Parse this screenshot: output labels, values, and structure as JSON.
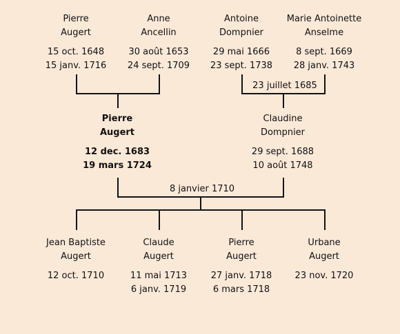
{
  "grandparents_paternal": {
    "father": {
      "first": "Pierre",
      "last": "Augert",
      "birth": "15 oct. 1648",
      "death": "15 janv. 1716"
    },
    "mother": {
      "first": "Anne",
      "last": "Ancellin",
      "birth": "30 août 1653",
      "death": "24 sept. 1709"
    }
  },
  "grandparents_maternal": {
    "father": {
      "first": "Antoine",
      "last": "Dompnier",
      "birth": "29 mai 1666",
      "death": "23 sept. 1738"
    },
    "mother": {
      "first": "Marie Antoinette",
      "last": "Anselme",
      "birth": "8 sept. 1669",
      "death": "28 janv. 1743"
    },
    "marriage": "23 juillet 1685"
  },
  "parents": {
    "father": {
      "first": "Pierre",
      "last": "Augert",
      "birth": "12 dec. 1683",
      "death": "19 mars 1724"
    },
    "mother": {
      "first": "Claudine",
      "last": "Dompnier",
      "birth": "29 sept. 1688",
      "death": "10 août 1748"
    },
    "marriage": "8 janvier 1710"
  },
  "children": [
    {
      "first": "Jean Baptiste",
      "last": "Augert",
      "birth": "12 oct. 1710",
      "death": ""
    },
    {
      "first": "Claude",
      "last": "Augert",
      "birth": "11 mai 1713",
      "death": "6 janv. 1719"
    },
    {
      "first": "Pierre",
      "last": "Augert",
      "birth": "27 janv. 1718",
      "death": "6 mars 1718"
    },
    {
      "first": "Urbane",
      "last": "Augert",
      "birth": "23 nov. 1720",
      "death": ""
    }
  ]
}
